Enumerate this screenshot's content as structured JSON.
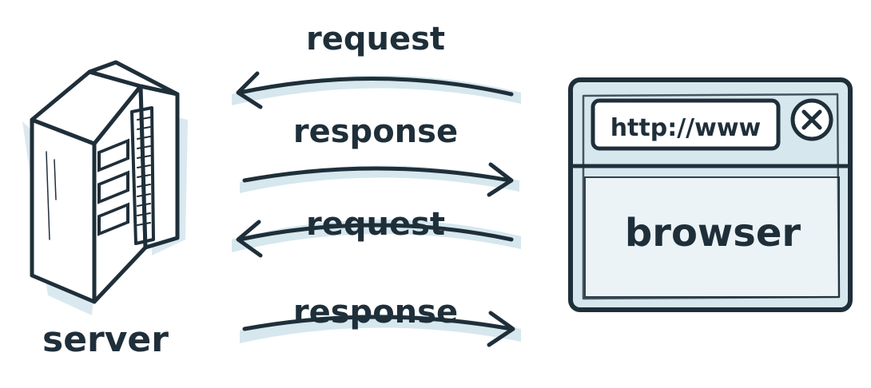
{
  "server": {
    "label": "server",
    "icon": "server-tower-icon"
  },
  "browser": {
    "label": "browser",
    "address_bar_text": "http://www",
    "close_icon": "close-icon"
  },
  "messages": [
    {
      "label": "request",
      "direction": "to-server"
    },
    {
      "label": "response",
      "direction": "to-browser"
    },
    {
      "label": "request",
      "direction": "to-server"
    },
    {
      "label": "response",
      "direction": "to-browser"
    }
  ],
  "colors": {
    "ink": "#1f2f3a",
    "wash": "#d6e7ee",
    "background": "#ffffff"
  }
}
